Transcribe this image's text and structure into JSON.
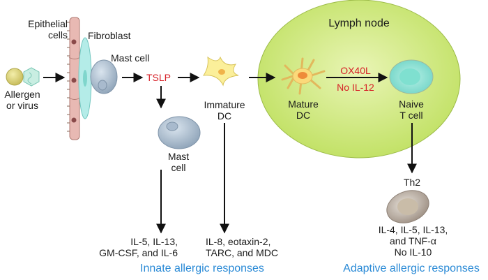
{
  "labels": {
    "epithelial": "Epithelial\ncells",
    "fibroblast": "Fibroblast",
    "mast_cell_top": "Mast cell",
    "allergen": "Allergen\nor virus",
    "tslp": "TSLP",
    "mast_cell_lower": "Mast\ncell",
    "immature_dc": "Immature\nDC",
    "lymph_node": "Lymph node",
    "mature_dc": "Mature\nDC",
    "ox40l": "OX40L",
    "no_il12": "No IL-12",
    "naive_t": "Naive\nT cell",
    "th2": "Th2",
    "mast_products": "IL-5, IL-13,\nGM-CSF, and IL-6",
    "dc_products": "IL-8, eotaxin-2,\nTARC, and MDC",
    "th2_products": "IL-4, IL-5, IL-13,\nand TNF-α\nNo IL-10",
    "innate": "Innate allergic responses",
    "adaptive": "Adaptive allergic responses"
  },
  "colors": {
    "accent_red": "#d61f26",
    "accent_blue": "#2a8ad6",
    "lymph_node_fill": "#cde87a",
    "arrow": "#111111"
  }
}
